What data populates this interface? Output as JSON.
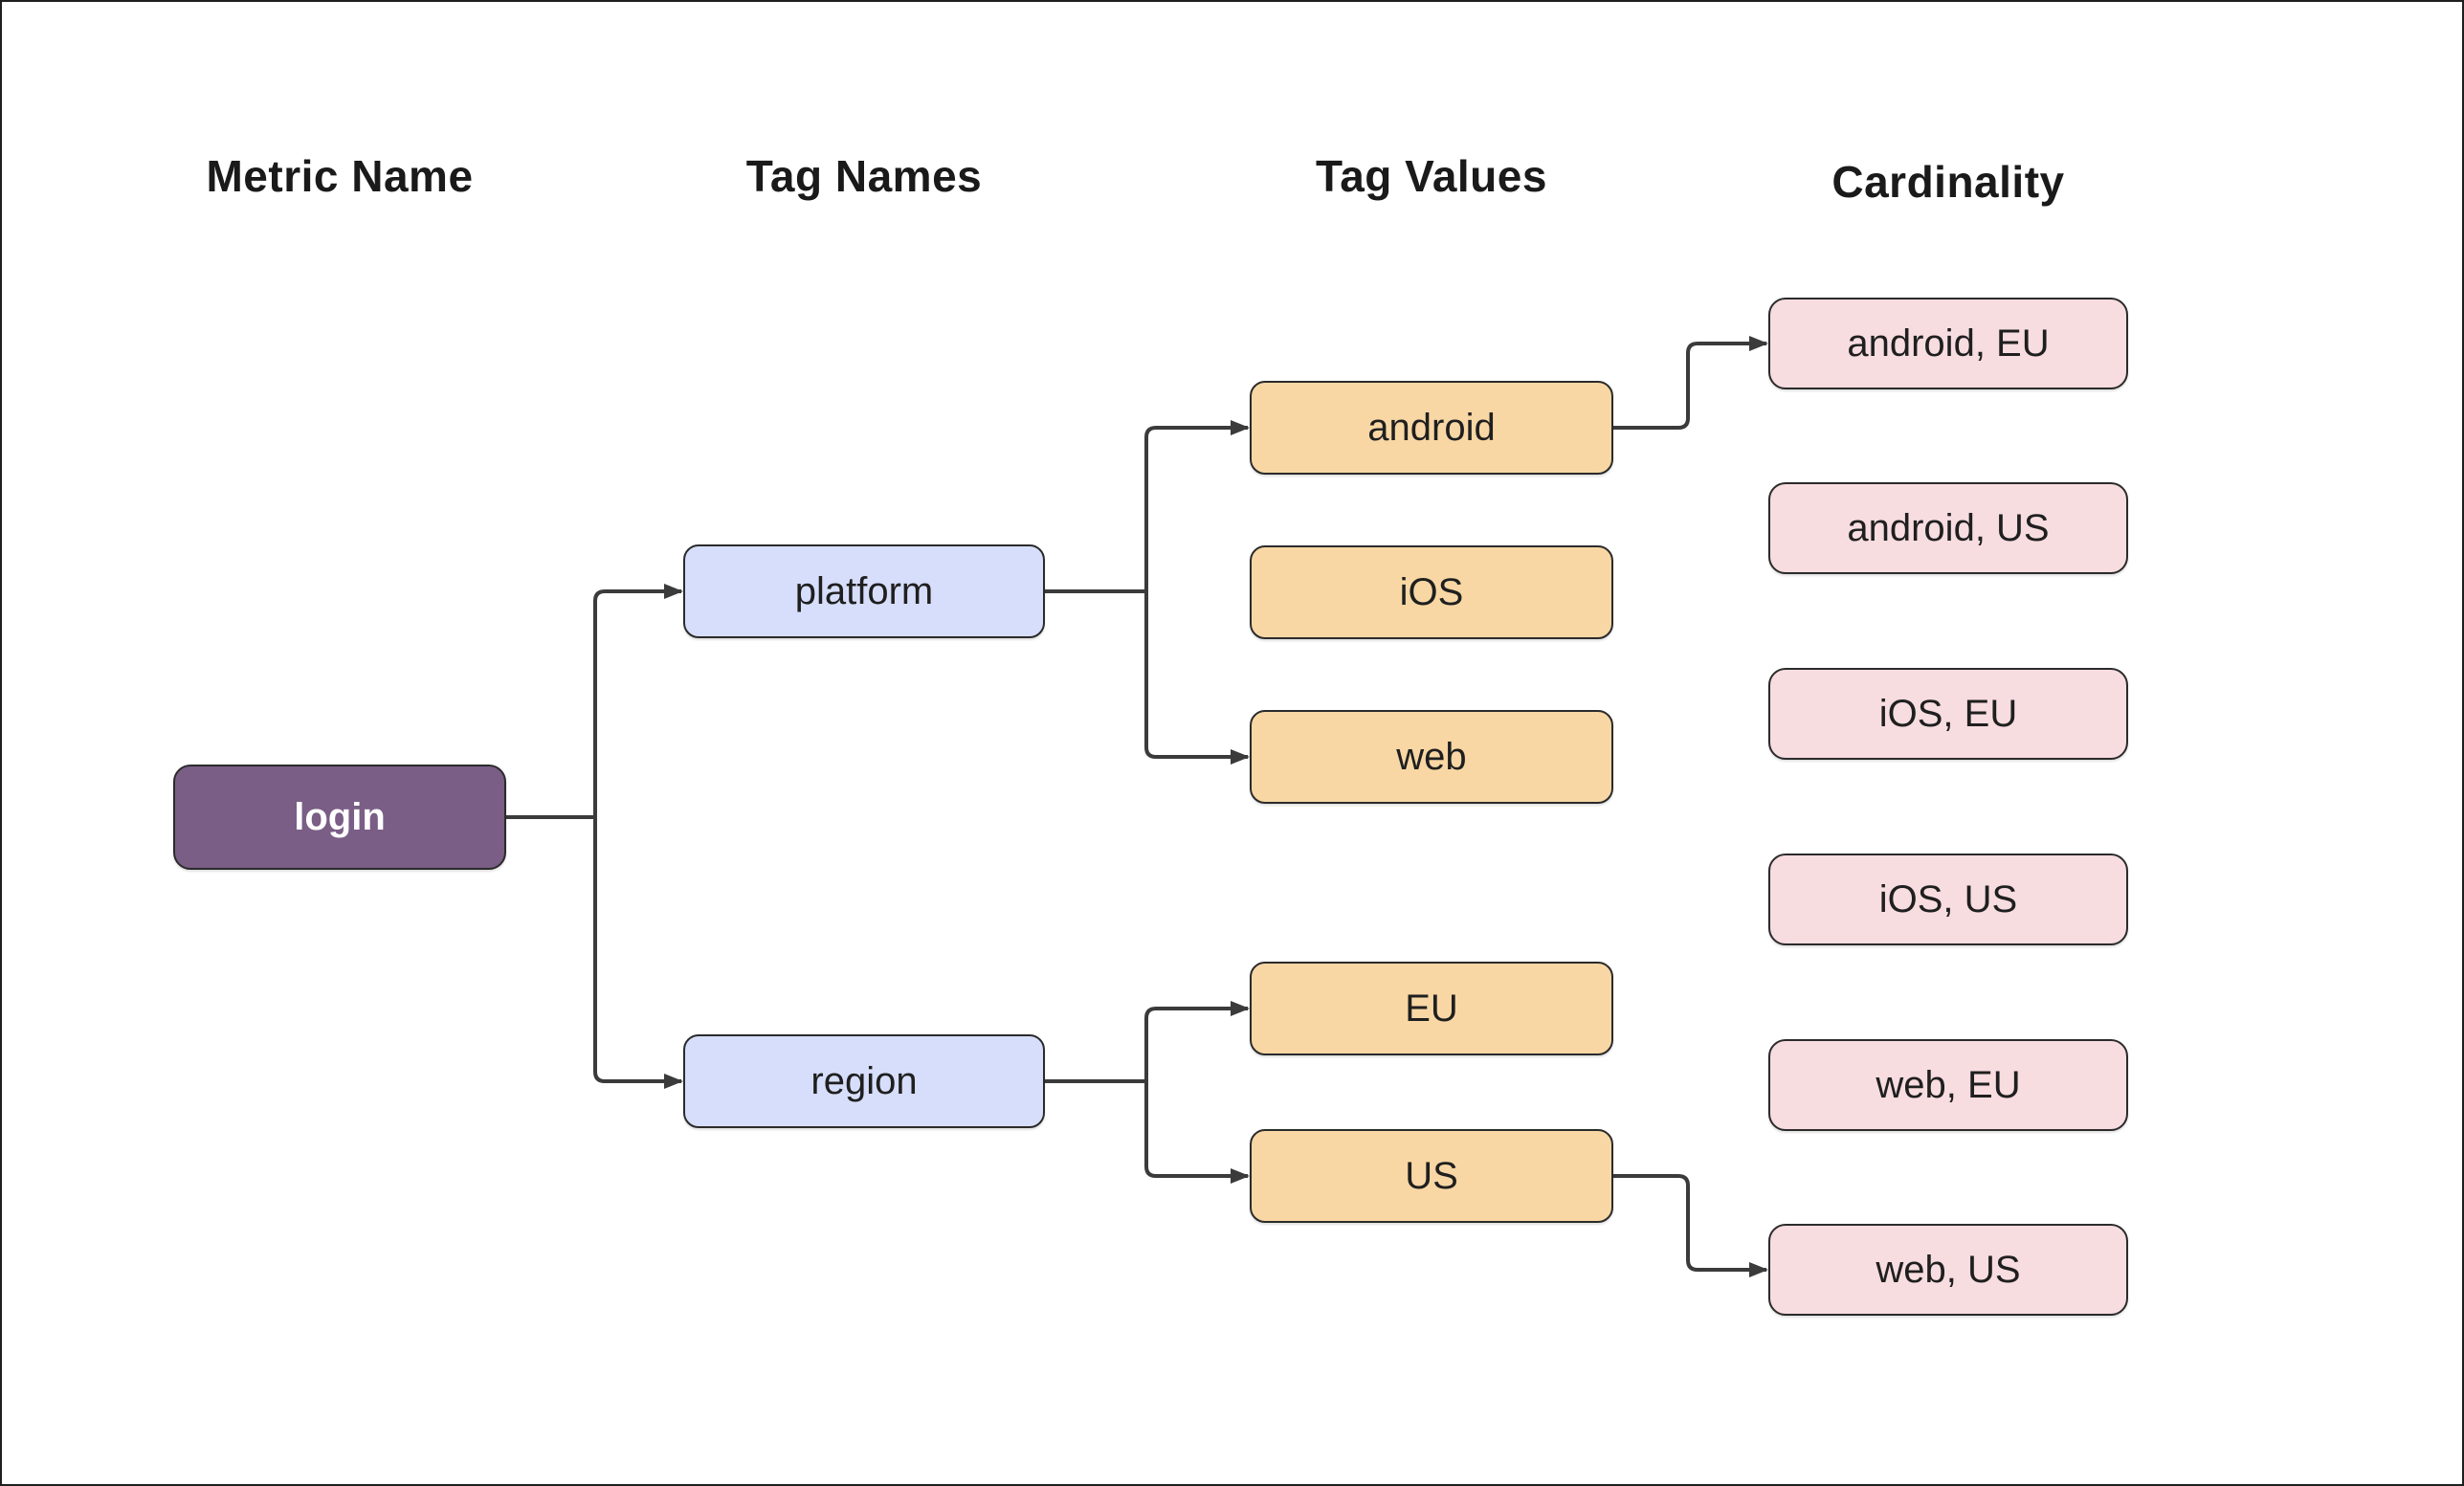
{
  "diagram": {
    "type": "flowchart",
    "direction": "left-to-right",
    "columns": [
      {
        "label": "Metric Name"
      },
      {
        "label": "Tag Names"
      },
      {
        "label": "Tag Values"
      },
      {
        "label": "Cardinality"
      }
    ],
    "nodes": {
      "login": {
        "label": "login",
        "column": "Metric Name",
        "fill": "#7a5e86",
        "text_color": "#ffffff"
      },
      "platform": {
        "label": "platform",
        "column": "Tag Names",
        "fill": "#d7defb"
      },
      "region": {
        "label": "region",
        "column": "Tag Names",
        "fill": "#d7defb"
      },
      "android": {
        "label": "android",
        "column": "Tag Values",
        "fill": "#f8d7a4"
      },
      "ios": {
        "label": "iOS",
        "column": "Tag Values",
        "fill": "#f8d7a4"
      },
      "web": {
        "label": "web",
        "column": "Tag Values",
        "fill": "#f8d7a4"
      },
      "eu": {
        "label": "EU",
        "column": "Tag Values",
        "fill": "#f8d7a4"
      },
      "us": {
        "label": "US",
        "column": "Tag Values",
        "fill": "#f8d7a4"
      },
      "android_eu": {
        "label": "android, EU",
        "column": "Cardinality",
        "fill": "#f7dce0"
      },
      "android_us": {
        "label": "android, US",
        "column": "Cardinality",
        "fill": "#f7dce0"
      },
      "ios_eu": {
        "label": "iOS, EU",
        "column": "Cardinality",
        "fill": "#f7dce0"
      },
      "ios_us": {
        "label": "iOS, US",
        "column": "Cardinality",
        "fill": "#f7dce0"
      },
      "web_eu": {
        "label": "web, EU",
        "column": "Cardinality",
        "fill": "#f7dce0"
      },
      "web_us": {
        "label": "web, US",
        "column": "Cardinality",
        "fill": "#f7dce0"
      }
    },
    "edges": [
      {
        "from": "login",
        "to": "platform"
      },
      {
        "from": "login",
        "to": "region"
      },
      {
        "from": "platform",
        "to": "android"
      },
      {
        "from": "platform",
        "to": "web"
      },
      {
        "from": "android",
        "to": "android_eu"
      },
      {
        "from": "region",
        "to": "eu"
      },
      {
        "from": "region",
        "to": "us"
      },
      {
        "from": "us",
        "to": "web_us"
      }
    ]
  },
  "colors": {
    "background": "#ffffff",
    "frame_border": "#1f1f1f",
    "heading_text": "#1a1a1a",
    "node_text": "#1f1f1f",
    "node_border": "#2b2b2b",
    "edge": "#3b3b3b",
    "metric_fill": "#7a5e86",
    "tag_name_fill": "#d7defb",
    "tag_value_fill": "#f8d7a4",
    "cardinality_fill": "#f7dce0"
  }
}
